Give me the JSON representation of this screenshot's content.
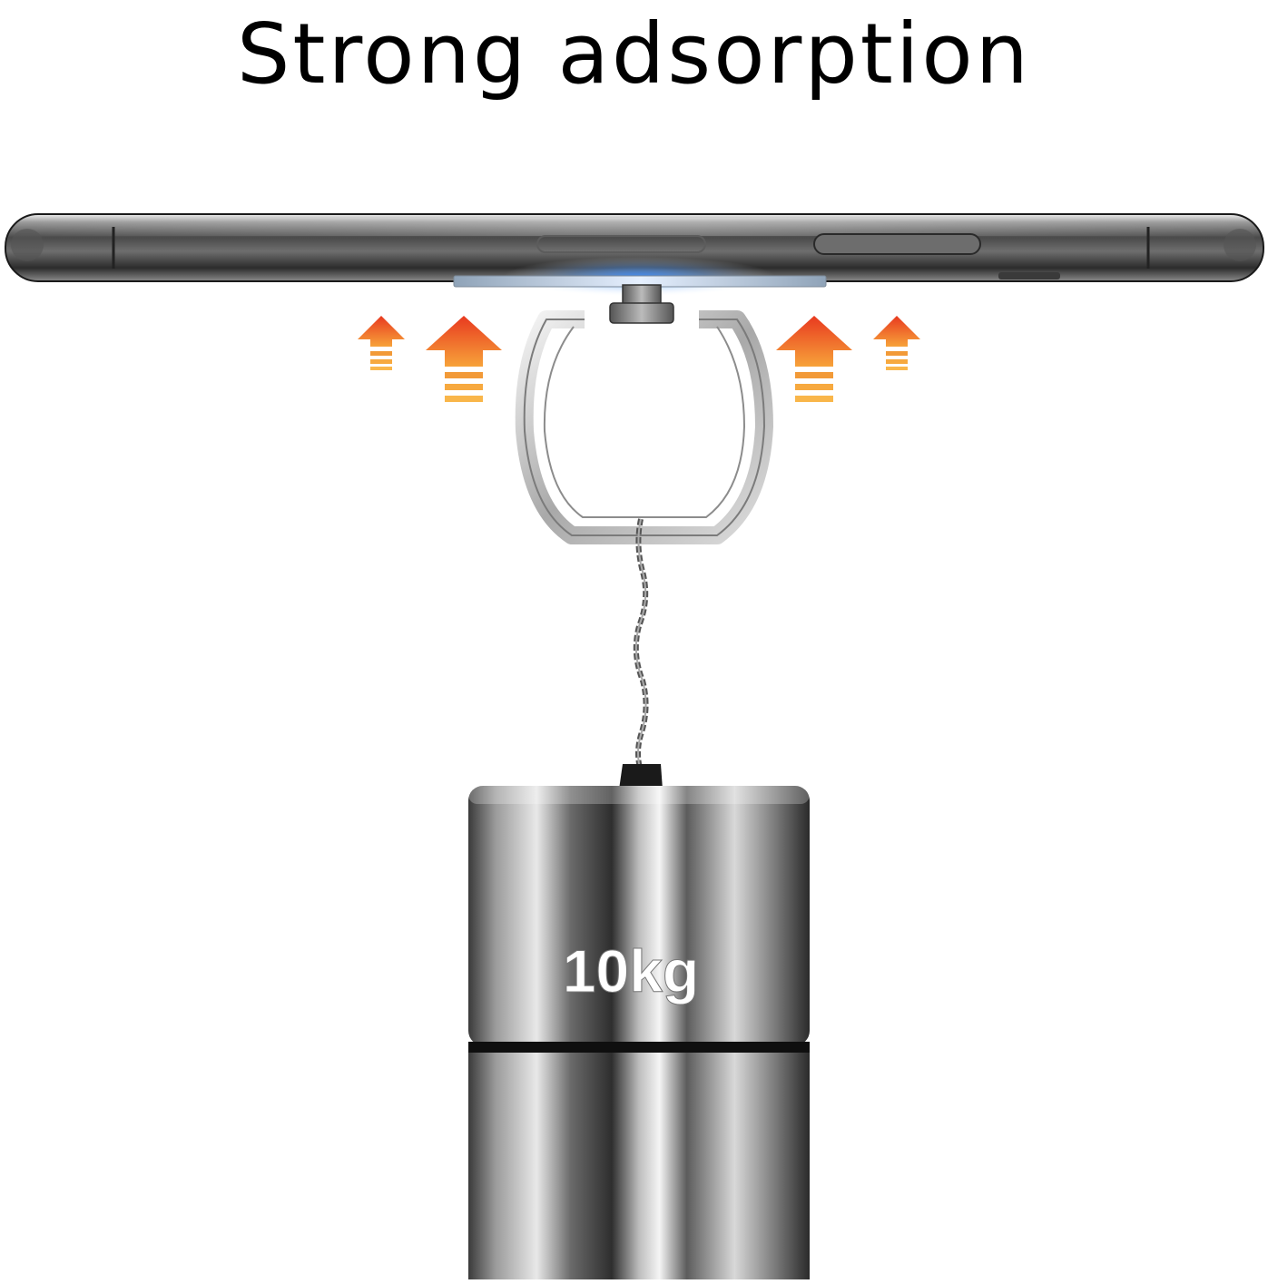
{
  "headline": "Strong adsorption",
  "weight_label": "10kg",
  "icons": {
    "phone": "smartphone-side-view",
    "plate": "magnetic-metal-plate",
    "ring": "ring-holder",
    "chain": "chain",
    "weight": "cylinder-weight",
    "arrows": "arrow-up-icon"
  },
  "colors": {
    "arrow_top": "#e8391f",
    "arrow_bottom": "#f7a33a",
    "text": "#000000",
    "weight_label": "#ffffff"
  }
}
